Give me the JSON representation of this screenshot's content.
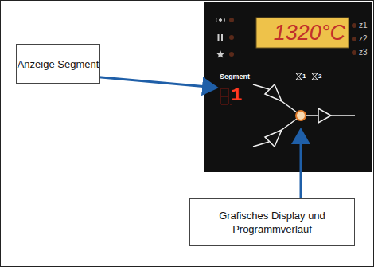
{
  "diagram": {
    "nodes": [
      {
        "text": [
          "Anzeige Segment"
        ]
      },
      {
        "text": [
          "Grafisches Display und Programmverlauf"
        ]
      }
    ],
    "labels": [
      "1320°C",
      "z1",
      "z2",
      "z3",
      "Segment",
      "1",
      "2",
      "1"
    ]
  }
}
